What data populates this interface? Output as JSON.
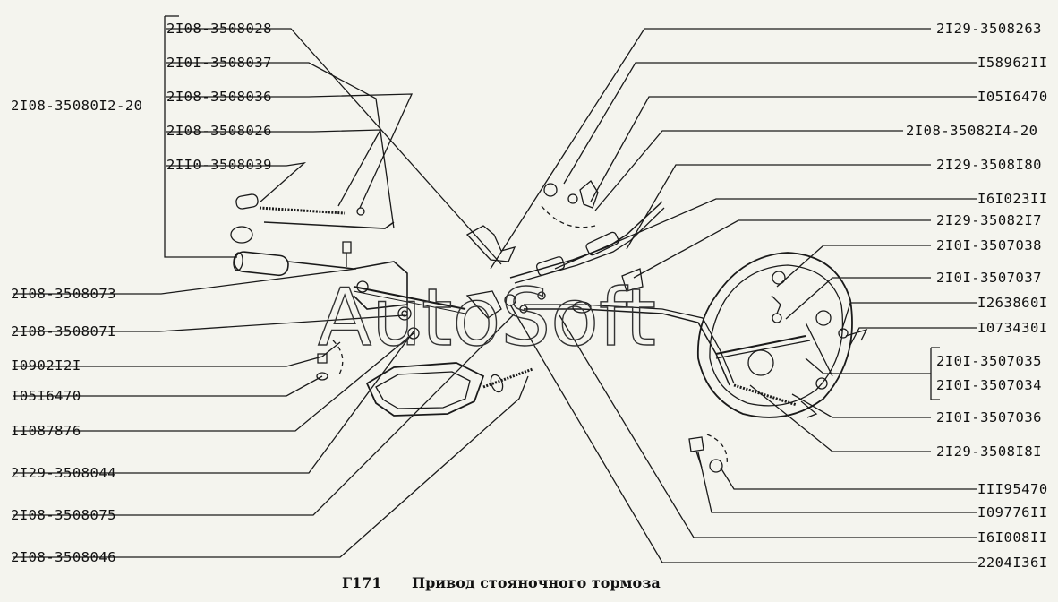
{
  "caption": {
    "code": "Г171",
    "title": "Привод стояночного тормоза"
  },
  "watermark": "AutoSoft",
  "labels_left": [
    "2I08-3508028",
    "2I0I-3508037",
    "2I08-3508036",
    "2I08-3508026",
    "2II0-3508039",
    "2I08-35080I2-20",
    "2I08-3508073",
    "2I08-350807I",
    "I0902I2I",
    "I05I6470",
    "II087876",
    "2I29-3508044",
    "2I08-3508075",
    "2I08-3508046"
  ],
  "labels_right": [
    "2I29-3508263",
    "I58962II",
    "I05I6470",
    "2I08-35082I4-20",
    "2I29-3508I80",
    "I6I023II",
    "2I29-35082I7",
    "2I0I-3507038",
    "2I0I-3507037",
    "I263860I",
    "I073430I",
    "2I0I-3507035",
    "2I0I-3507034",
    "2I0I-3507036",
    "2I29-3508I8I",
    "III95470",
    "I09776II",
    "I6I008II",
    "2204I36I"
  ]
}
